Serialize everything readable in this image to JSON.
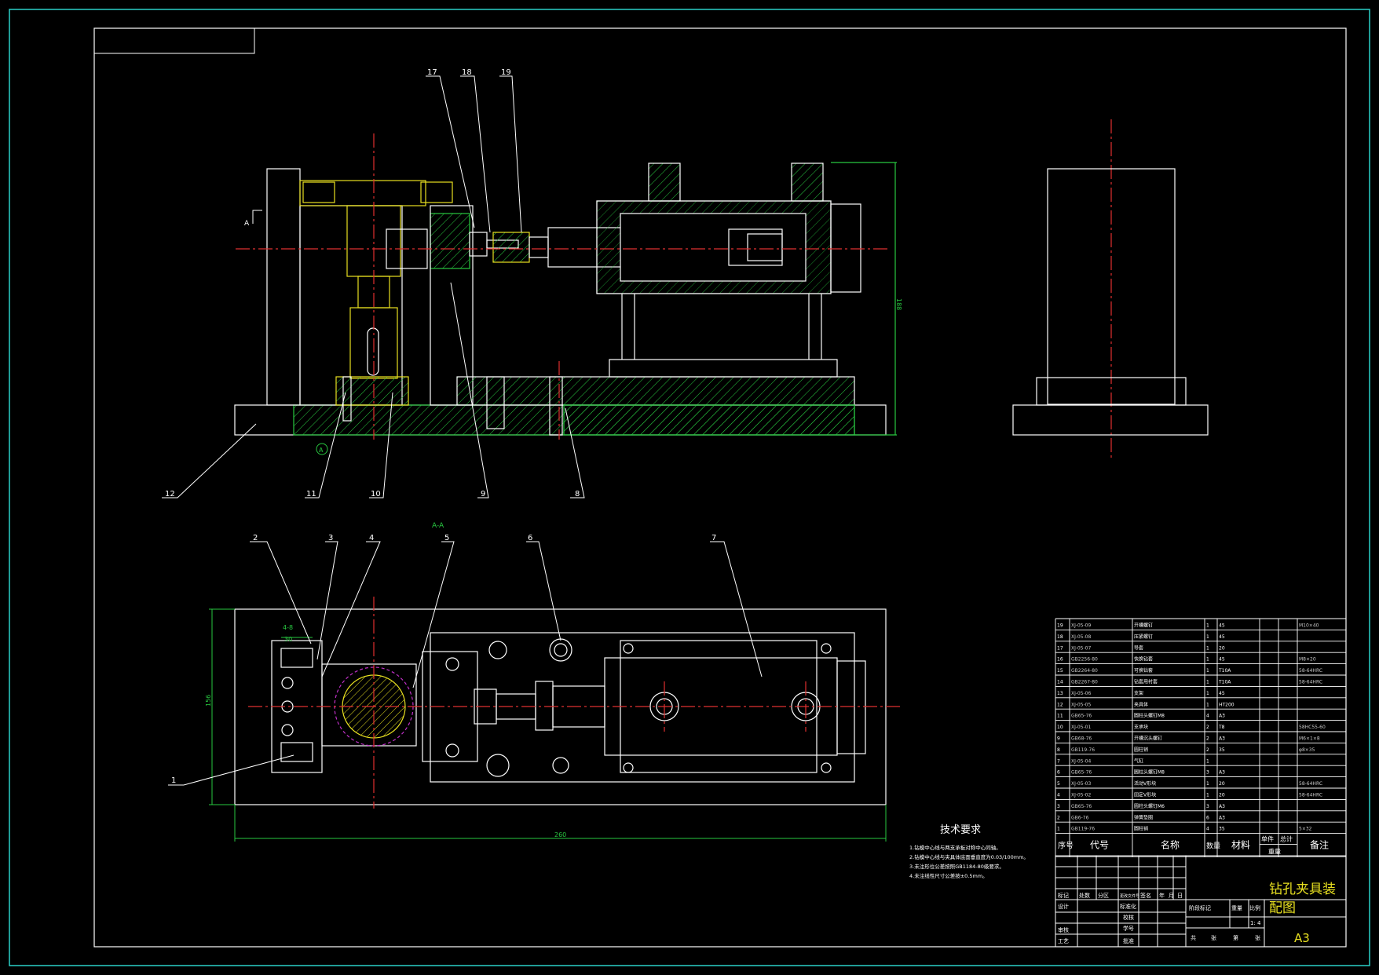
{
  "drawing": {
    "section_view_label": "A-A",
    "section_marker": "A",
    "datum_symbol": "A",
    "dim_height_side": "188",
    "dim_width_bottom": "260",
    "dim_height_bottom": "156",
    "dim_small_width": "30",
    "dim_small_label": "4-8",
    "leaders_top": [
      "17",
      "18",
      "19"
    ],
    "leaders_bottom_row": [
      "12",
      "11",
      "10",
      "9",
      "8"
    ],
    "leaders_plan": [
      "2",
      "3",
      "4",
      "5",
      "6",
      "7",
      "1"
    ]
  },
  "tech_req": {
    "title": "技术要求",
    "lines": [
      "1.钻模中心线与两支承板对称中心同轴。",
      "2.钻模中心线与夹具体底面垂直度为0.03/100mm。",
      "3.未注形位公差按照GB1184-80级要求。",
      "4.未注线性尺寸公差按±0.5mm。"
    ]
  },
  "bom": {
    "rows": [
      {
        "no": "19",
        "code": "XJ-05-09",
        "name": "开槽螺钉",
        "qty": "1",
        "mat": "45",
        "w1": "",
        "w2": "",
        "note": "M10×40"
      },
      {
        "no": "18",
        "code": "XJ-05-08",
        "name": "压紧螺钉",
        "qty": "1",
        "mat": "45",
        "w1": "",
        "w2": "",
        "note": ""
      },
      {
        "no": "17",
        "code": "XJ-05-07",
        "name": "导套",
        "qty": "1",
        "mat": "20",
        "w1": "",
        "w2": "",
        "note": ""
      },
      {
        "no": "16",
        "code": "GB2256-80",
        "name": "快换钻套",
        "qty": "1",
        "mat": "45",
        "w1": "",
        "w2": "",
        "note": "M8×20"
      },
      {
        "no": "15",
        "code": "GB2264-80",
        "name": "可换钻套",
        "qty": "1",
        "mat": "T10A",
        "w1": "",
        "w2": "",
        "note": "58-64HRC"
      },
      {
        "no": "14",
        "code": "GB2267-80",
        "name": "钻套用衬套",
        "qty": "1",
        "mat": "T10A",
        "w1": "",
        "w2": "",
        "note": "58-64HRC"
      },
      {
        "no": "13",
        "code": "XJ-05-06",
        "name": "支架",
        "qty": "1",
        "mat": "45",
        "w1": "",
        "w2": "",
        "note": ""
      },
      {
        "no": "12",
        "code": "XJ-05-05",
        "name": "夹具体",
        "qty": "1",
        "mat": "HT200",
        "w1": "",
        "w2": "",
        "note": ""
      },
      {
        "no": "11",
        "code": "GB65-76",
        "name": "圆柱头螺钉M8",
        "qty": "4",
        "mat": "A3",
        "w1": "",
        "w2": "",
        "note": ""
      },
      {
        "no": "10",
        "code": "XJ-05-01",
        "name": "支承块",
        "qty": "2",
        "mat": "T8",
        "w1": "",
        "w2": "",
        "note": "58HC55-60"
      },
      {
        "no": "9",
        "code": "GB68-76",
        "name": "开槽沉头螺钉",
        "qty": "2",
        "mat": "A3",
        "w1": "",
        "w2": "",
        "note": "M6×1×8"
      },
      {
        "no": "8",
        "code": "GB119-76",
        "name": "圆柱销",
        "qty": "2",
        "mat": "35",
        "w1": "",
        "w2": "",
        "note": "φ8×35"
      },
      {
        "no": "7",
        "code": "XJ-05-04",
        "name": "气缸",
        "qty": "1",
        "mat": "",
        "w1": "",
        "w2": "",
        "note": ""
      },
      {
        "no": "6",
        "code": "GB65-76",
        "name": "圆柱头螺钉M8",
        "qty": "3",
        "mat": "A3",
        "w1": "",
        "w2": "",
        "note": ""
      },
      {
        "no": "5",
        "code": "XJ-05-03",
        "name": "活动V形块",
        "qty": "1",
        "mat": "20",
        "w1": "",
        "w2": "",
        "note": "58-64HRC"
      },
      {
        "no": "4",
        "code": "XJ-05-02",
        "name": "固定V形块",
        "qty": "1",
        "mat": "20",
        "w1": "",
        "w2": "",
        "note": "58-64HRC"
      },
      {
        "no": "3",
        "code": "GB65-76",
        "name": "圆柱头螺钉M6",
        "qty": "3",
        "mat": "A3",
        "w1": "",
        "w2": "",
        "note": ""
      },
      {
        "no": "2",
        "code": "GB6-76",
        "name": "弹簧垫圈",
        "qty": "6",
        "mat": "A3",
        "w1": "",
        "w2": "",
        "note": ""
      },
      {
        "no": "1",
        "code": "GB119-76",
        "name": "圆柱销",
        "qty": "4",
        "mat": "35",
        "w1": "",
        "w2": "",
        "note": "5×32"
      }
    ],
    "header": {
      "no": "序号",
      "code": "代号",
      "name": "名称",
      "qty": "数量",
      "mat": "材料",
      "w1": "单件",
      "w2": "总计",
      "wt": "重量",
      "note": "备注"
    }
  },
  "titleblock": {
    "title_line1": "钻孔夹具装",
    "title_line2": "配图",
    "size": "A3",
    "scale": "1: 4",
    "row_mark": [
      "标记",
      "处数",
      "分区",
      "更改文件号",
      "签名",
      "年",
      "月",
      "日"
    ],
    "design": "设计",
    "std": "标准化",
    "check": "审核",
    "process": "工艺",
    "approve": "批准",
    "stage_labels": [
      "阶段标记",
      "重量",
      "比例"
    ],
    "sheets": [
      "共",
      "张",
      "第",
      "张"
    ],
    "proof": "校核",
    "seal": "学号"
  }
}
